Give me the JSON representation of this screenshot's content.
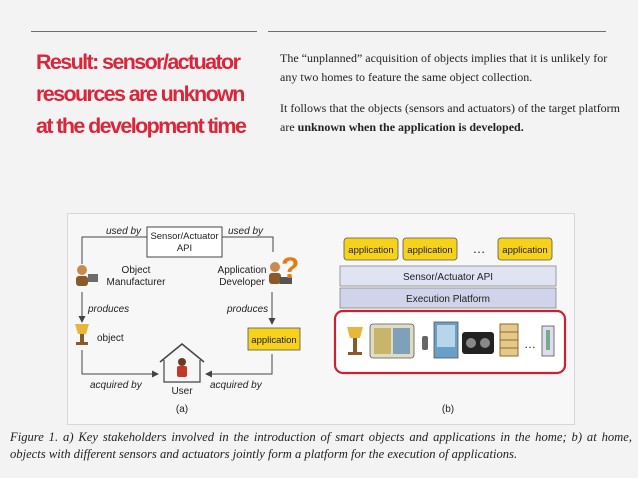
{
  "slide": {
    "headline_lines": [
      "Result: sensor/actuator",
      "resources are unknown",
      "at the development time"
    ],
    "para1": "The “unplanned” acquisition of objects implies that it is unlikely for any two homes to feature the same object collection.",
    "para2_start": "It follows that the objects (sensors and actuators) of the target platform are ",
    "para2_bold": "unknown when the application is developed."
  },
  "figure_a": {
    "used_by_left": "used by",
    "used_by_right": "used by",
    "api_line1": "Sensor/Actuator",
    "api_line2": "API",
    "manufacturer_line1": "Object",
    "manufacturer_line2": "Manufacturer",
    "developer_line1": "Application",
    "developer_line2": "Developer",
    "question_mark": "?",
    "produces_left": "produces",
    "produces_right": "produces",
    "object_label": "object",
    "application_label": "application",
    "acquired_by_left": "acquired by",
    "acquired_by_right": "acquired by",
    "user_label": "User",
    "panel_label": "(a)"
  },
  "figure_b": {
    "apps": [
      "application",
      "application",
      "application"
    ],
    "ellipsis": "…",
    "api_bar": "Sensor/Actuator API",
    "platform_bar": "Execution Platform",
    "objects_ellipsis": "…",
    "panel_label": "(b)"
  },
  "caption": {
    "label": "Figure 1.",
    "text": " a) Key stakeholders involved in the introduction of smart objects and applications in the home; b) at home, objects with different sensors and actuators jointly form a platform for the execution of applications."
  },
  "colors": {
    "headline": "#d9263a",
    "app_yellow": "#f6d21a",
    "api_bar": "#dfe3f2",
    "platform_bar": "#cfd4ea",
    "highlight_red": "#d0202f",
    "question_orange": "#e87a10"
  }
}
